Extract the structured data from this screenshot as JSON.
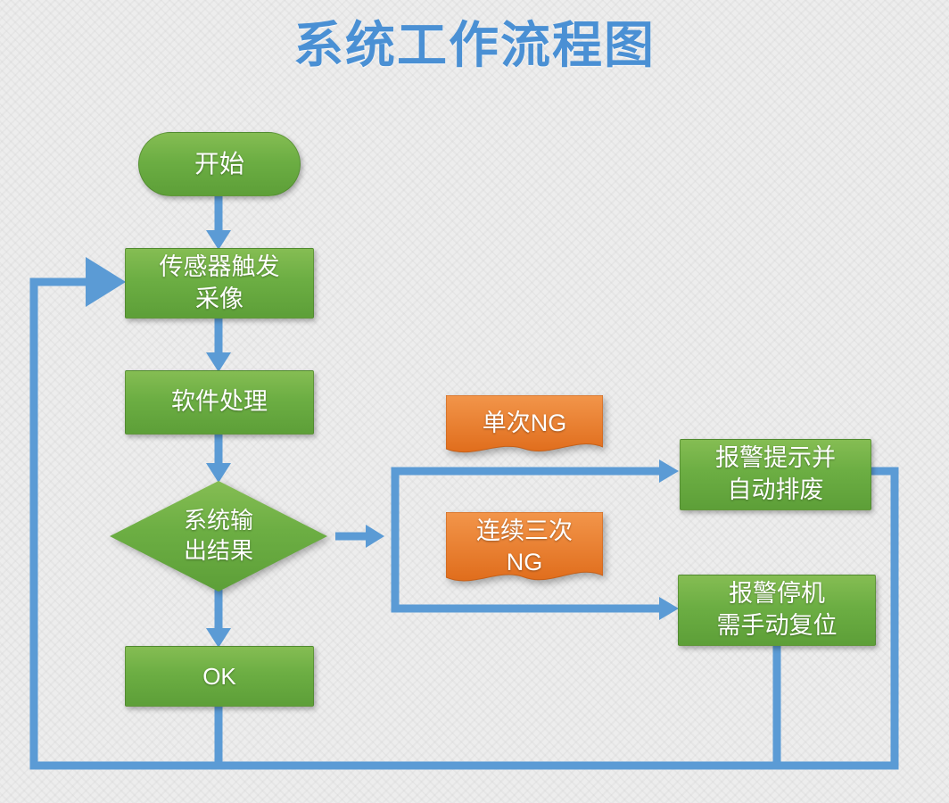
{
  "title": "系统工作流程图",
  "flowchart": {
    "start": {
      "label": "开始"
    },
    "capture": {
      "line1": "传感器触发",
      "line2": "采像"
    },
    "process": {
      "label": "软件处理"
    },
    "decision": {
      "line1": "系统输",
      "line2": "出结果"
    },
    "ok": {
      "label": "OK"
    },
    "single_ng": {
      "label": "单次NG"
    },
    "triple_ng": {
      "line1": "连续三次",
      "line2": "NG"
    },
    "alarm_reject": {
      "line1": "报警提示并",
      "line2": "自动排废"
    },
    "alarm_stop": {
      "line1": "报警停机",
      "line2": "需手动复位"
    }
  },
  "colors": {
    "title_blue": "#4a90d4",
    "node_green": "#6cae43",
    "node_orange": "#ed7d31",
    "connector_blue": "#5b9bd5",
    "node_text": "#ffffff",
    "background": "#ededed"
  }
}
